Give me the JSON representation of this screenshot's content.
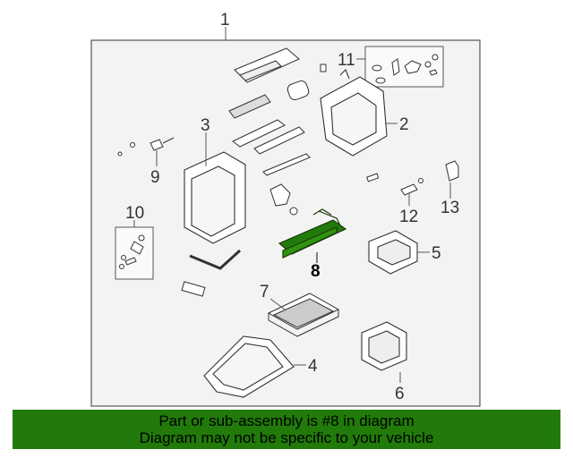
{
  "diagram": {
    "callouts": [
      {
        "id": "1",
        "label": "1"
      },
      {
        "id": "2",
        "label": "2"
      },
      {
        "id": "3",
        "label": "3"
      },
      {
        "id": "4",
        "label": "4"
      },
      {
        "id": "5",
        "label": "5"
      },
      {
        "id": "6",
        "label": "6"
      },
      {
        "id": "7",
        "label": "7"
      },
      {
        "id": "8",
        "label": "8"
      },
      {
        "id": "9",
        "label": "9"
      },
      {
        "id": "10",
        "label": "10"
      },
      {
        "id": "11",
        "label": "11"
      },
      {
        "id": "12",
        "label": "12"
      },
      {
        "id": "13",
        "label": "13"
      }
    ],
    "highlighted_part": "8",
    "colors": {
      "highlight": "#217a09",
      "line": "#333333",
      "panel": "#f3f3f3"
    }
  },
  "banner": {
    "line1": "Part or sub-assembly is #8 in diagram",
    "line2": "Diagram may not be specific to your vehicle"
  }
}
